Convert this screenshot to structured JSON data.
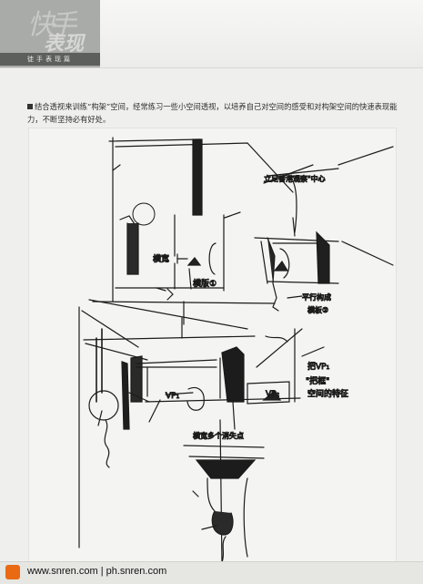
{
  "header": {
    "logo_text_1": "快手",
    "logo_text_2": "表现",
    "section_label": "徒手表现篇"
  },
  "caption": {
    "text": "结合透视来训练“构架”空间，经常练习一些小空间透视，以培养自己对空间的感受和对构架空间的快速表现能力，不断坚持必有好处。"
  },
  "sketch": {
    "annotations": {
      "a1": "立足香港观察\"中心",
      "a2": "横宽",
      "a3": "横版①",
      "a4": "平行构成",
      "a5": "横板②",
      "a6": "VP₁",
      "a7": "VP₂",
      "a8": "横宽多个消失点",
      "a9": "把VP₁",
      "a10": "\"把框\"",
      "a11": "空间的特征"
    }
  },
  "footer": {
    "url_text": "www.snren.com | ph.snren.com"
  }
}
